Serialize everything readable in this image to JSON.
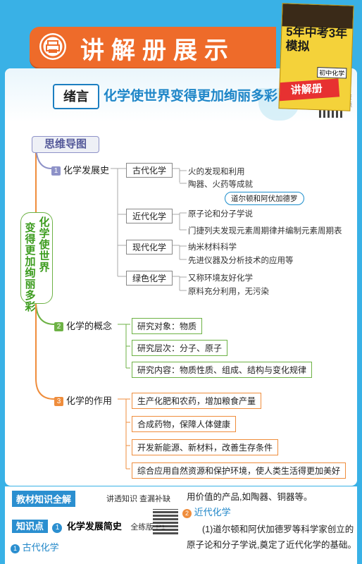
{
  "banner": {
    "title": "讲解册展示"
  },
  "book": {
    "title": "5年中考3年模拟",
    "subject": "初中化学",
    "ribbon": "讲解册",
    "side_label": "资源"
  },
  "section": {
    "badge": "绪言",
    "title": "化学使世界变得更加绚丽多彩"
  },
  "mindmap": {
    "tag": "思维导图",
    "center": "化学使世界变得更加绚丽多彩",
    "branches": [
      {
        "num": "1",
        "label": "化学发展史",
        "subs": [
          {
            "label": "古代化学",
            "leaves": [
              "火的发现和利用",
              "陶器、火药等成就"
            ]
          },
          {
            "label": "近代化学",
            "leaves": [
              "原子论和分子学说",
              "门捷列夫发现元素周期律并编制元素周期表"
            ]
          },
          {
            "label": "现代化学",
            "leaves": [
              "纳米材料科学",
              "先进仪器及分析技术的应用等"
            ]
          },
          {
            "label": "绿色化学",
            "leaves": [
              "又称环境友好化学",
              "原料充分利用，无污染"
            ]
          }
        ],
        "note": "道尔顿和阿伏加德罗"
      },
      {
        "num": "2",
        "label": "化学的概念",
        "items": [
          "研究对象：物质",
          "研究层次：分子、原子",
          "研究内容：物质性质、组成、结构与变化规律"
        ]
      },
      {
        "num": "3",
        "label": "化学的作用",
        "items": [
          "生产化肥和农药，增加粮食产量",
          "合成药物，保障人体健康",
          "开发新能源、新材料，改善生存条件",
          "综合应用自然资源和保护环境，使人类生活得更加美好"
        ]
      }
    ]
  },
  "bottom": {
    "left_tag": "教材知识全解",
    "left_tag_note": "讲透知识  查漏补缺",
    "kp_label": "知识点",
    "kp_num": "1",
    "kp_title": "化学发展简史",
    "kp_ref": "全练版 P1",
    "sub1_num": "1",
    "sub1": "古代化学",
    "right_line1": "用价值的产品,如陶器、铜器等。",
    "sub2_num": "2",
    "sub2": "近代化学",
    "right_line2": "(1)道尔顿和阿伏加德罗等科学家创立的",
    "right_line3": "原子论和分子学说,奠定了近代化学的基础。"
  },
  "colors": {
    "background": "#39b1e6",
    "banner": "#ee6b2a",
    "accent_blue": "#1f86c8",
    "green": "#6db245",
    "orange": "#ef8d3c"
  }
}
